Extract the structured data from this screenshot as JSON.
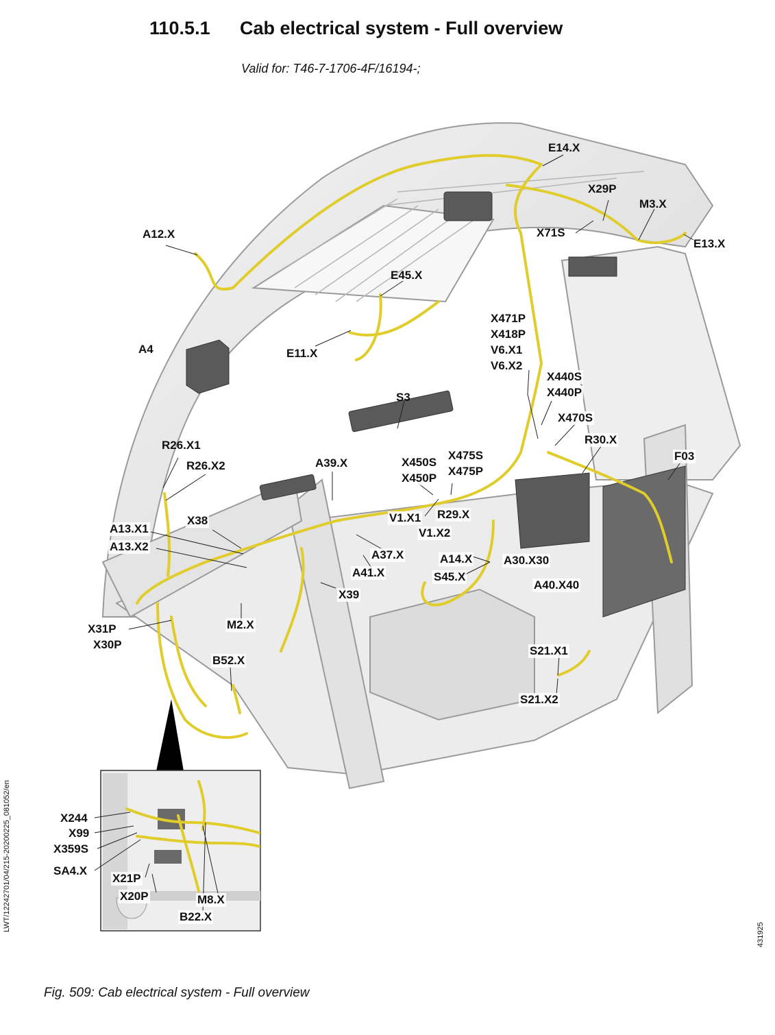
{
  "header": {
    "section_number": "110.5.1",
    "section_title": "Cab electrical system - Full overview",
    "validity": "Valid for: T46-7-1706-4F/16194-;"
  },
  "figure": {
    "caption": "Fig. 509: Cab electrical system - Full overview",
    "image_id": "431925",
    "document_reference": "LWT/12242701/04/215-20200225_081052/en",
    "harness_color": "#e0cc2a",
    "cab_outline_color": "#9a9a9a",
    "cab_fill_color": "#e6e6e6",
    "component_color": "#5a5a5a"
  },
  "labels": {
    "E14X": "E14.X",
    "X29P": "X29P",
    "M3X": "M3.X",
    "A12X": "A12.X",
    "X71S": "X71S",
    "E13X": "E13.X",
    "E45X": "E45.X",
    "X471P": "X471P",
    "X418P": "X418P",
    "V6X1": "V6.X1",
    "V6X2": "V6.X2",
    "A4": "A4",
    "E11X": "E11.X",
    "X440S": "X440S",
    "X440P": "X440P",
    "S3": "S3",
    "X470S": "X470S",
    "R30X": "R30.X",
    "F03": "F03",
    "R26X1": "R26.X1",
    "R26X2": "R26.X2",
    "A39X": "A39.X",
    "X450S": "X450S",
    "X450P": "X450P",
    "X475S": "X475S",
    "X475P": "X475P",
    "V1X1": "V1.X1",
    "R29X": "R29.X",
    "V1X2": "V1.X2",
    "A13X1": "A13.X1",
    "X38": "X38",
    "A13X2": "A13.X2",
    "A37X": "A37.X",
    "A14X": "A14.X",
    "A30X30": "A30.X30",
    "A41X": "A41.X",
    "S45X": "S45.X",
    "A40X40": "A40.X40",
    "X39": "X39",
    "X31P": "X31P",
    "X30P": "X30P",
    "M2X": "M2.X",
    "S21X1": "S21.X1",
    "B52X": "B52.X",
    "S21X2": "S21.X2",
    "X244": "X244",
    "X99": "X99",
    "X359S": "X359S",
    "SA4X": "SA4.X",
    "X21P": "X21P",
    "X20P": "X20P",
    "M8X": "M8.X",
    "B22X": "B22.X"
  }
}
